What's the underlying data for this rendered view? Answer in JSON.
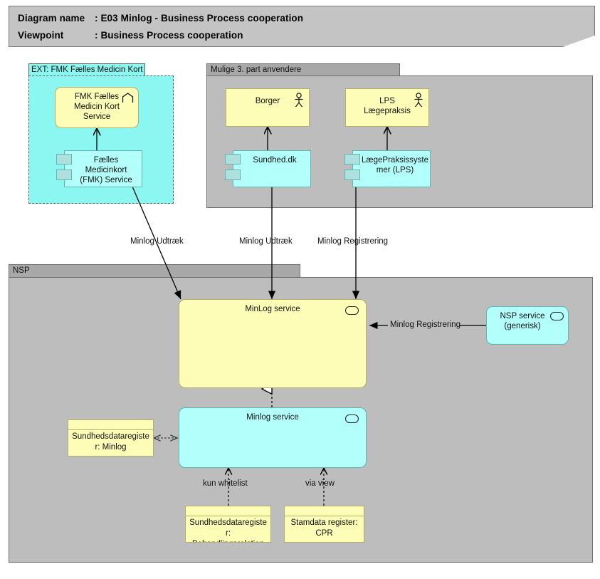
{
  "header": {
    "name_key": "Diagram name",
    "name_sep": ": ",
    "name_value": "E03 Minlog - Business Process cooperation",
    "viewpoint_key": "Viewpoint",
    "viewpoint_sep": ": ",
    "viewpoint_value": "Business Process cooperation"
  },
  "colors": {
    "yellow_fill": "#fdfdb8",
    "cyan_fill": "#b2fffb",
    "group_grey": "#bdbdbd",
    "group_tab_grey": "#a8a8a8",
    "group_ext_cyan": "#8cf7f0",
    "title_grey": "#c4c4c4",
    "line": "#000000"
  },
  "groups": [
    {
      "id": "ext-fmk",
      "label": "EXT: FMK Fælles Medicin Kort"
    },
    {
      "id": "third-party",
      "label": "Mulige 3. part anvendere"
    },
    {
      "id": "nsp",
      "label": "NSP"
    }
  ],
  "nodes": [
    {
      "id": "fmk-service",
      "label": "FMK Fælles Medicin Kort Service",
      "lines": [
        "FMK Fælles",
        "Medicin Kort",
        "Service"
      ],
      "shape": "rounded-yellow",
      "icon": "chevron-up-icon"
    },
    {
      "id": "fmk-component",
      "label": "Fælles Medicinkort (FMK) Service",
      "lines": [
        "Fælles",
        "Medicinkort",
        "(FMK) Service"
      ],
      "shape": "component-cyan",
      "icon": "component-ports-icon"
    },
    {
      "id": "borger",
      "label": "Borger",
      "lines": [
        "Borger"
      ],
      "shape": "rect-yellow",
      "icon": "actor-icon"
    },
    {
      "id": "lps-laegepraksis",
      "label": "LPS Lægepraksis",
      "lines": [
        "LPS",
        "Lægepraksis"
      ],
      "shape": "rect-yellow",
      "icon": "actor-icon"
    },
    {
      "id": "sundhed-dk",
      "label": "Sundhed.dk",
      "lines": [
        "Sundhed.dk"
      ],
      "shape": "component-cyan",
      "icon": "component-ports-icon"
    },
    {
      "id": "lps-systemer",
      "label": "LægePraksissystemer (LPS)",
      "lines": [
        "LægePraksissyste",
        "mer (LPS)"
      ],
      "shape": "component-cyan",
      "icon": "component-ports-icon"
    },
    {
      "id": "minlog-service-app",
      "label": "MinLog service",
      "lines": [
        "MinLog service"
      ],
      "shape": "rounded-yellow",
      "icon": "service-oval-icon"
    },
    {
      "id": "nsp-service-generisk",
      "label": "NSP service (generisk)",
      "lines": [
        "NSP service",
        "(generisk)"
      ],
      "shape": "rounded-cyan",
      "icon": "service-oval-icon"
    },
    {
      "id": "minlog-service-tech",
      "label": "Minlog service",
      "lines": [
        "Minlog service"
      ],
      "shape": "rounded-cyan",
      "icon": "service-oval-icon"
    },
    {
      "id": "sundhedsdataregister-minlog",
      "label": "Sundhedsdataregister: Minlog",
      "lines": [
        "Sundhedsdataregiste",
        "r: Minlog"
      ],
      "shape": "note-yellow",
      "icon": "none"
    },
    {
      "id": "sundhedsdataregister-behandlingsrelation",
      "label": "Sundhedsdataregister: Behandlingsrelation",
      "lines": [
        "Sundhedsdataregiste",
        "r:",
        "Behandlingsrelation"
      ],
      "shape": "note-yellow",
      "icon": "none"
    },
    {
      "id": "stamdata-register-cpr",
      "label": "Stamdata register: CPR",
      "lines": [
        "Stamdata register:",
        "CPR"
      ],
      "shape": "note-yellow",
      "icon": "none"
    }
  ],
  "edge_labels": [
    {
      "id": "minlog-udtraek-fmk",
      "text": "Minlog Udtræk"
    },
    {
      "id": "minlog-udtraek-sundhed",
      "text": "Minlog Udtræk"
    },
    {
      "id": "minlog-registrering-lps",
      "text": "Minlog Registrering"
    },
    {
      "id": "minlog-registrering-nsp",
      "text": "Minlog Registrering"
    },
    {
      "id": "kun-whitelist",
      "text": "kun whitelist"
    },
    {
      "id": "via-view",
      "text": "via view"
    }
  ]
}
